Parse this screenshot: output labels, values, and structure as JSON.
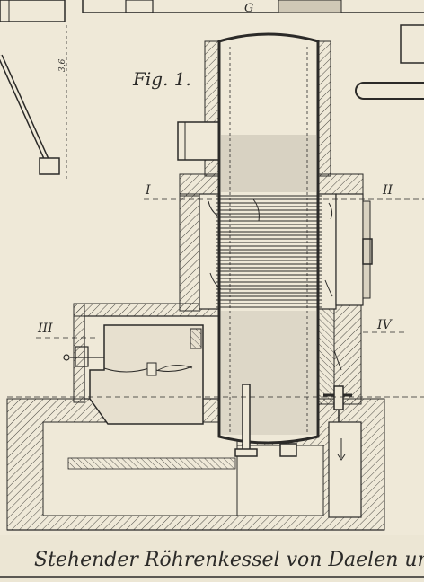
{
  "figure_label": "Fig. 1.",
  "section_marks": [
    "I",
    "II",
    "III",
    "IV"
  ],
  "top_partial_label": "G",
  "side_dimension": "3,6",
  "caption": "Stehender Röhrenkessel von Daelen un",
  "colors": {
    "paper": "#efe9d8",
    "ink": "#2b2a28",
    "water_shade": "#d8d2c2"
  }
}
